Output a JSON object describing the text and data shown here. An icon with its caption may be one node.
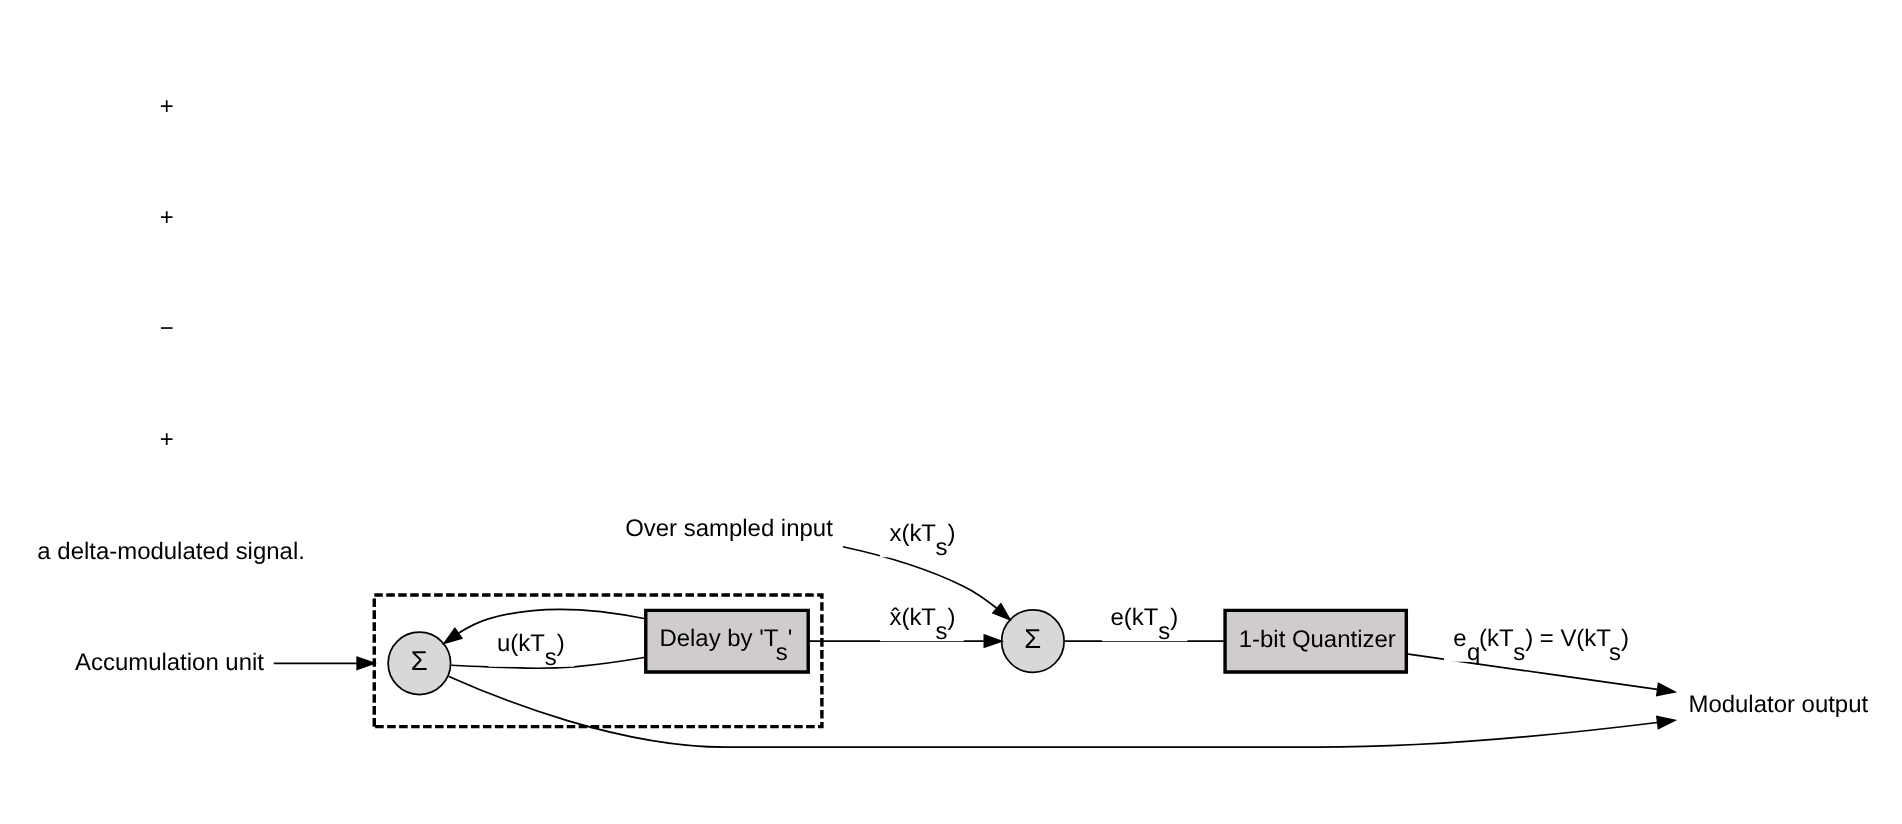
{
  "diagram": {
    "nodes": [
      {
        "text": [
          "Over sampled input"
        ]
      },
      {
        "text": [
          "Σ"
        ]
      },
      {
        "text": [
          "1-bit Quantizer"
        ]
      },
      {
        "text": [
          "Modulator output"
        ]
      },
      {
        "text": [],
        "shape": "box"
      },
      {
        "text": [
          "Σ"
        ],
        "in": 4
      },
      {
        "text": [
          "Delay by 'T$_{s}$'"
        ],
        "in": 4
      },
      {
        "text": [
          "Accumulation unit"
        ]
      }
    ],
    "edges": [
      {
        "from": 0,
        "to": 1,
        "arrow": "to",
        "label": "x(kT$_{s}$)"
      },
      {
        "from": 1,
        "to": 2,
        "arrow": "none",
        "label": "e(kT$_{s}$)"
      },
      {
        "from": 2,
        "to": 3,
        "arrow": "to",
        "label": "e$_{q}$(kT$_{s}$) = V(kT$_{s}$)"
      },
      {
        "from": 5,
        "to": 3,
        "arrow": "to"
      },
      {
        "from": 5,
        "to": 6,
        "arrow": "none",
        "label": "u(kT$_{s}$)"
      },
      {
        "from": 6,
        "to": 1,
        "arrow": "to",
        "label": "x̂(kT$_{s}$)"
      },
      {
        "from": 6,
        "to": 5,
        "arrow": "to"
      },
      {
        "from": 7,
        "to": 4,
        "arrow": "to"
      }
    ],
    "labels": [
      "a delta-modulated signal.",
      "+",
      "−",
      "+",
      "+"
    ]
  }
}
